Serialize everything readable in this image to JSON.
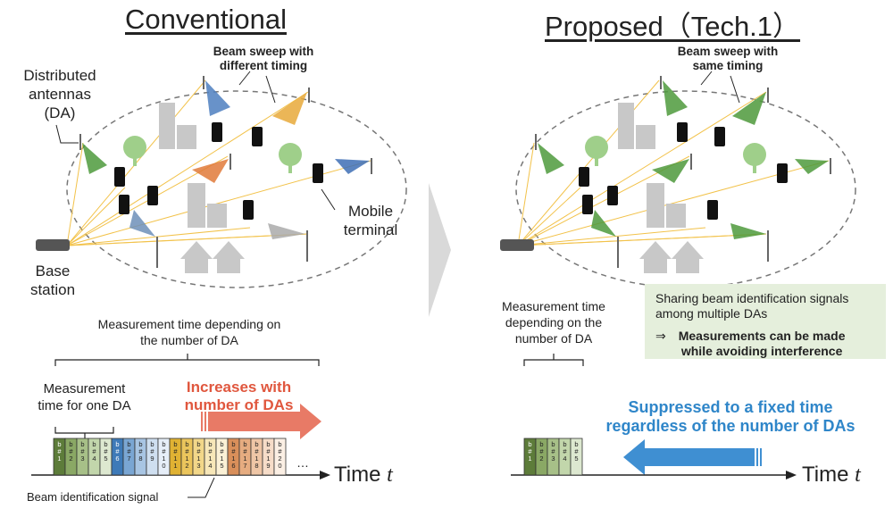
{
  "left": {
    "title": "Conventional",
    "da_label": "Distributed\nantennas\n(DA)",
    "sweep_label": "Beam sweep with\ndifferent timing",
    "mobile_label": "Mobile\nterminal",
    "bs_label": "Base\nstation",
    "measure_total": "Measurement time depending on\nthe number of DA",
    "measure_one": "Measurement\ntime for one DA",
    "increase_label": "Increases with\nnumber of DAs",
    "beam_signal_label": "Beam identification signal",
    "time_axis": "Time",
    "time_var": "t",
    "slots": [
      "b#1",
      "b#2",
      "b#3",
      "b#4",
      "b#5",
      "b#6",
      "b#7",
      "b#8",
      "b#9",
      "b#10",
      "b#11",
      "b#12",
      "b#13",
      "b#14",
      "b#15",
      "b#16",
      "b#17",
      "b#18",
      "b#19",
      "b#20"
    ],
    "ellipsis": "…"
  },
  "right": {
    "title": "Proposed（Tech.1）",
    "sweep_label": "Beam sweep with\nsame timing",
    "measure_total": "Measurement time\ndepending on the\nnumber of DA",
    "note_line1": "Sharing beam identification signals\namong multiple DAs",
    "note_arrow": "⇒",
    "note_line2": "Measurements can be made\nwhile avoiding interference",
    "suppressed_label": "Suppressed to a fixed time\nregardless of the number of DAs",
    "time_axis": "Time",
    "time_var": "t",
    "slots": [
      "b#1",
      "b#2",
      "b#3",
      "b#4",
      "b#5"
    ]
  },
  "colors": {
    "link": "#f2c24a",
    "dashed": "#777777",
    "building": "#c8c8c8",
    "tree": "#9fcf8a",
    "green_beam": "#4e9a3c",
    "orange_beam": "#e8a93a",
    "blue_beam": "#4d7fc0",
    "red_arrow": "#e87a66",
    "blue_arrow": "#3f8fd2",
    "note_bg": "#e5efdc",
    "slot_palette": [
      "#5d7c3a",
      "#8aa865",
      "#a7c088",
      "#c2d6ab",
      "#dde8d0",
      "#3e7ab8",
      "#7aa6d3",
      "#a8c5e3",
      "#cfdff0",
      "#e6eef8",
      "#e0b233",
      "#ebc55c",
      "#f2d789",
      "#f7e7b8",
      "#fbf1d6",
      "#d98f5a",
      "#e6ac80",
      "#efc6a6",
      "#f6dcc8",
      "#fbefe4"
    ]
  }
}
